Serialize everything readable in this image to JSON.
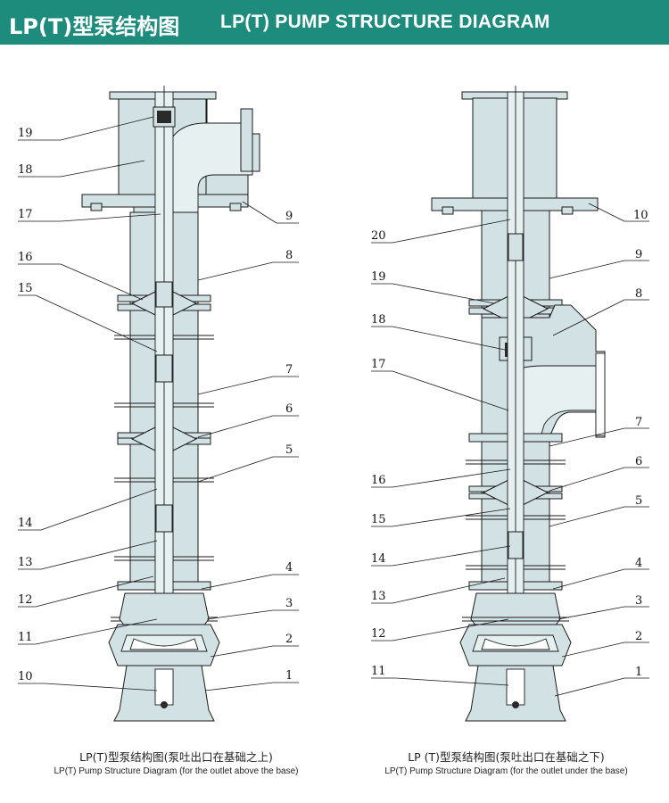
{
  "header": {
    "title_cn": "LP(T)型泵结构图",
    "title_en": "LP(T) PUMP STRUCTURE DIAGRAM",
    "bg_color": "#1e8c7c"
  },
  "colors": {
    "body_fill": "#d2e2e4",
    "line": "#1a1a1a",
    "pipe_fill": "#e4eef0"
  },
  "left_diagram": {
    "caption_cn": "LP(T)型泵结构图(泵吐出口在基础之上)",
    "caption_en": "LP(T) Pump Structure Diagram (for the outlet above the base)",
    "labels": [
      "19",
      "18",
      "17",
      "9",
      "16",
      "8",
      "15",
      "7",
      "6",
      "5",
      "14",
      "13",
      "4",
      "12",
      "3",
      "11",
      "2",
      "10",
      "1"
    ]
  },
  "right_diagram": {
    "caption_cn": "LP (T)型泵结构图(泵吐出口在基础之下)",
    "caption_en": "LP(T) Pump Structure Diagram (for the outlet under the base)",
    "labels": [
      "10",
      "20",
      "9",
      "19",
      "8",
      "18",
      "17",
      "7",
      "6",
      "16",
      "5",
      "15",
      "14",
      "4",
      "13",
      "3",
      "12",
      "2",
      "11",
      "1"
    ]
  }
}
